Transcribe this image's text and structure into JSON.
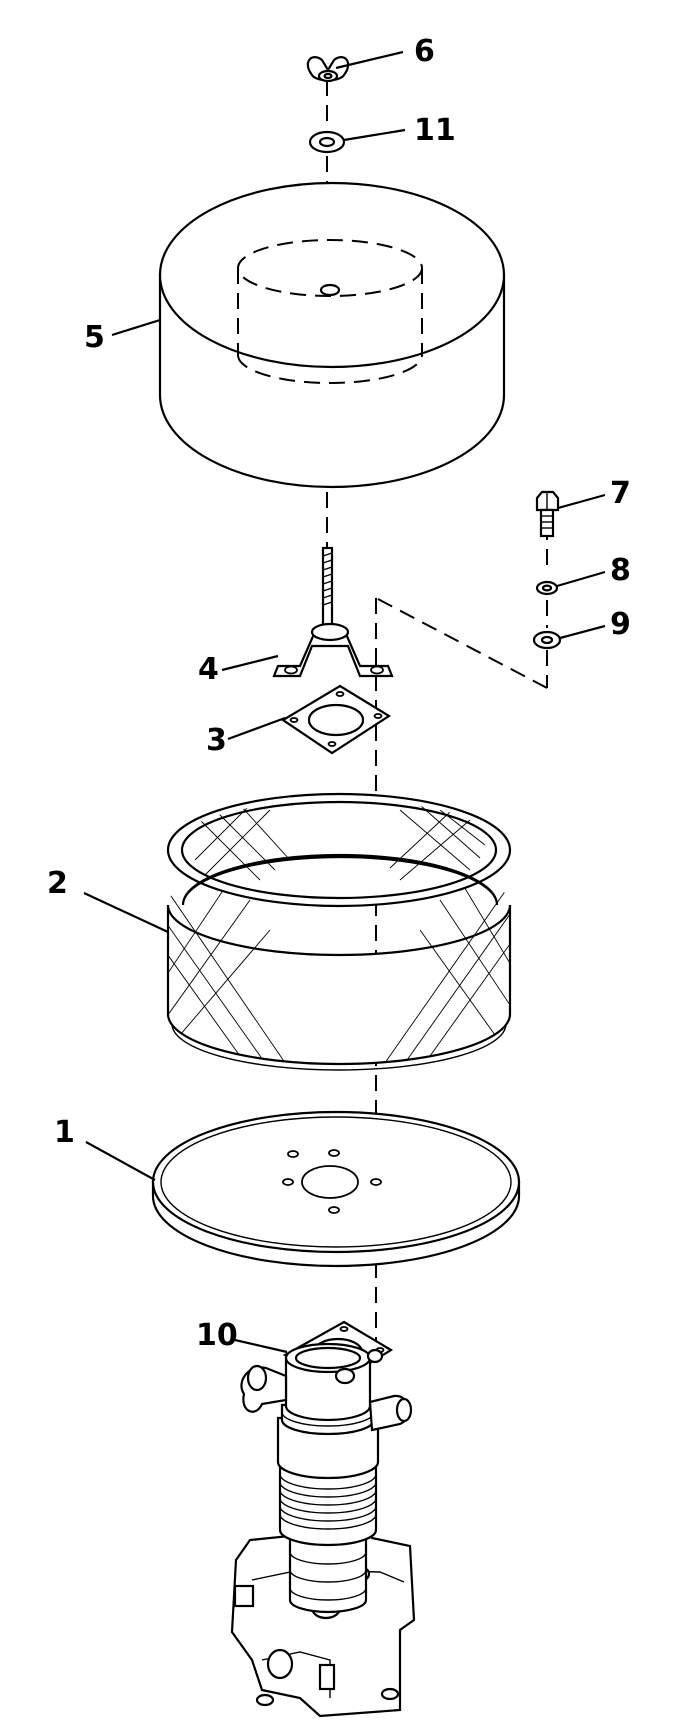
{
  "callouts": [
    {
      "id": "6",
      "label": "6"
    },
    {
      "id": "11",
      "label": "11"
    },
    {
      "id": "5",
      "label": "5"
    },
    {
      "id": "7",
      "label": "7"
    },
    {
      "id": "8",
      "label": "8"
    },
    {
      "id": "9",
      "label": "9"
    },
    {
      "id": "4",
      "label": "4"
    },
    {
      "id": "3",
      "label": "3"
    },
    {
      "id": "2",
      "label": "2"
    },
    {
      "id": "1",
      "label": "1"
    },
    {
      "id": "10",
      "label": "10"
    }
  ]
}
